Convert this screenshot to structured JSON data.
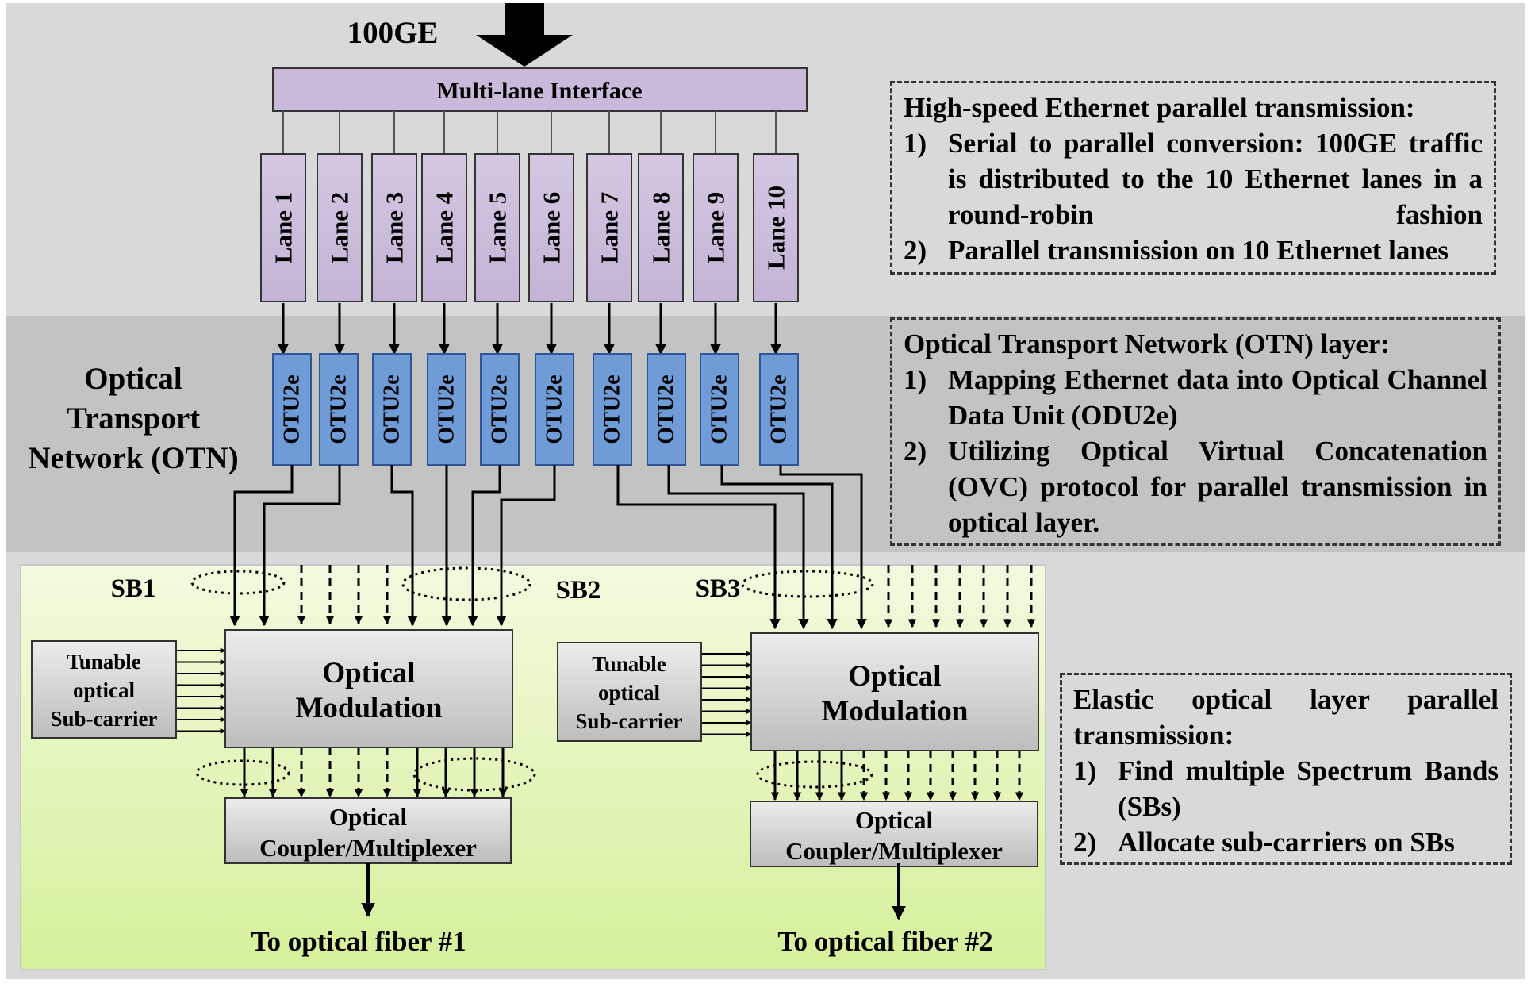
{
  "top": {
    "input_label": "100GE",
    "interface_label": "Multi-lane Interface"
  },
  "lanes": [
    "Lane 1",
    "Lane 2",
    "Lane 3",
    "Lane 4",
    "Lane 5",
    "Lane 6",
    "Lane 7",
    "Lane 8",
    "Lane 9",
    "Lane 10"
  ],
  "otn": {
    "title_lines": [
      "Optical",
      "Transport",
      "Network (OTN)"
    ],
    "unit_label": "OTU2e"
  },
  "elastic": {
    "sb_labels": [
      "SB1",
      "SB2",
      "SB3"
    ],
    "subcarrier_lines": [
      "Tunable",
      "optical",
      "Sub-carrier"
    ],
    "modulation_lines": [
      "Optical",
      "Modulation"
    ],
    "coupler_lines": [
      "Optical",
      "Coupler/Multiplexer"
    ],
    "fiber_labels": [
      "To optical fiber #1",
      "To optical fiber #2"
    ]
  },
  "annotations": {
    "ethernet": {
      "title": "High-speed Ethernet parallel transmission:",
      "items": [
        {
          "num": "1)",
          "text": "Serial to parallel conversion: 100GE traffic is distributed to the 10 Ethernet lanes in a round-robin fashion"
        },
        {
          "num": "2)",
          "text": "Parallel transmission on 10 Ethernet lanes"
        }
      ]
    },
    "otn": {
      "title": "Optical Transport Network (OTN) layer:",
      "items": [
        {
          "num": "1)",
          "text": "Mapping Ethernet data into Optical Channel Data Unit (ODU2e)"
        },
        {
          "num": "2)",
          "text": "Utilizing Optical Virtual Concatenation (OVC) protocol for parallel transmission in optical layer."
        }
      ]
    },
    "elastic": {
      "title": "Elastic optical layer parallel transmission:",
      "items": [
        {
          "num": "1)",
          "text": "Find multiple Spectrum Bands (SBs)"
        },
        {
          "num": "2)",
          "text": "Allocate sub-carriers on SBs"
        }
      ]
    }
  },
  "colors": {
    "lane_fill": "#cdbfdc",
    "otu_fill": "#6f9bd6",
    "band_top": "#d9d9d9",
    "band_mid": "#c4c4c4",
    "green_top": "#f4fbe0",
    "green_bottom": "#d6f29c"
  }
}
